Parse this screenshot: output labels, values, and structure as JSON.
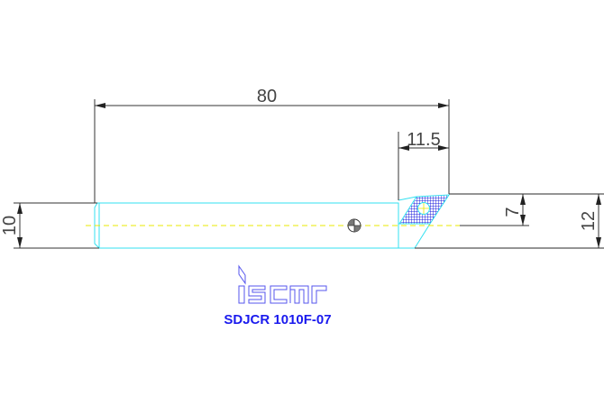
{
  "drawing": {
    "dimensions": {
      "overall_length": "80",
      "head_length": "11.5",
      "shank_height": "10",
      "tip_height": "7",
      "head_height": "12"
    },
    "logo_text": "iscar",
    "part_number": "SDJCR 1010F-07",
    "colors": {
      "outline": "#33e0f0",
      "dimension": "#333333",
      "centerline": "#e8e800",
      "insert_hatch": "#2020dd",
      "part_number": "#1a1aee"
    }
  }
}
